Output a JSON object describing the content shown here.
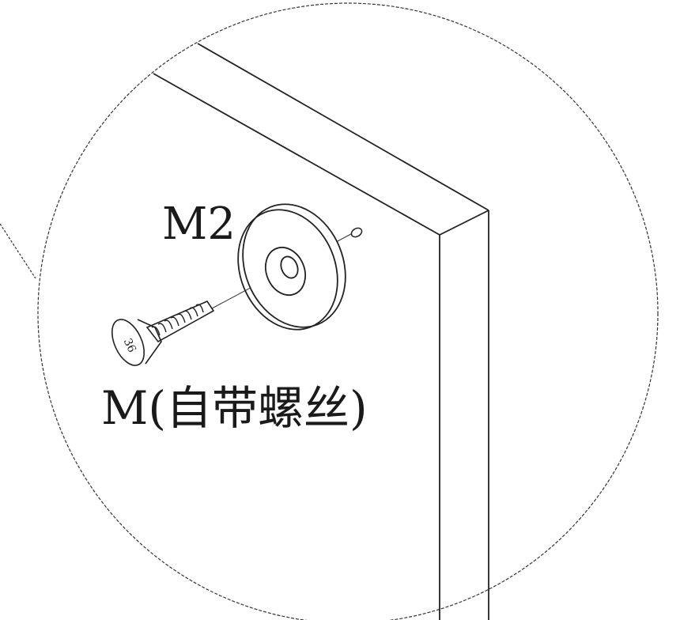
{
  "labels": {
    "washer_part": "M2",
    "screw_part": "M(自带螺丝)",
    "screw_head_mark": "36"
  },
  "colors": {
    "line": "#222222",
    "thin_line": "#333333",
    "background": "#ffffff"
  }
}
